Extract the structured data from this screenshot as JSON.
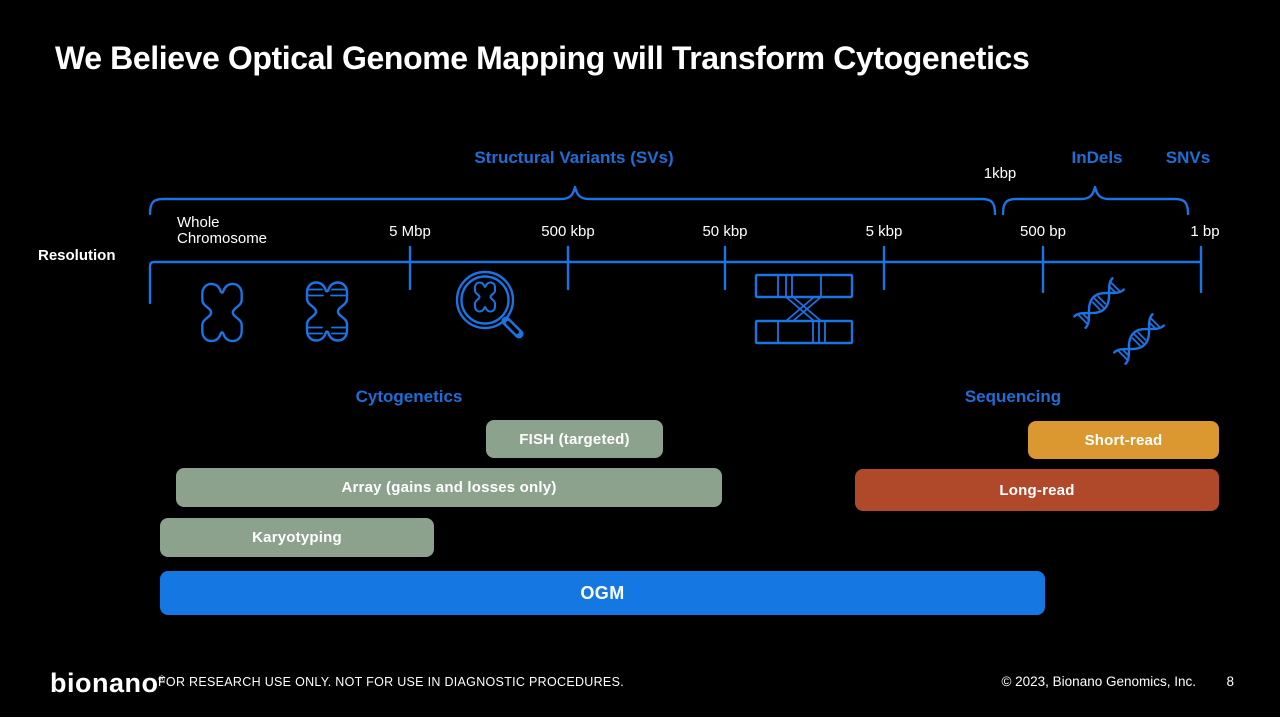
{
  "colors": {
    "background": "#000000",
    "accent_blue": "#1B74E4",
    "label_blue": "#1D6FD6",
    "white": "#FFFFFF"
  },
  "title": "We Believe Optical Genome Mapping will Transform Cytogenetics",
  "scale": {
    "resolution_label": "Resolution",
    "sv_label": "Structural Variants (SVs)",
    "one_kbp_label": "1kbp",
    "indels_label": "InDels",
    "snvs_label": "SNVs",
    "ticks": [
      "Whole\nChromosome",
      "5 Mbp",
      "500 kbp",
      "50 kbp",
      "5 kbp",
      "500 bp",
      "1 bp"
    ],
    "icons": {
      "chromosome": "chromosome-icon",
      "banded_chromosome": "banded-chromosome-icon",
      "magnifier": "magnifier-chromosome-icon",
      "translocation": "translocation-icon",
      "dna": "dna-helix-icon"
    }
  },
  "groups": {
    "cytogenetics_label": "Cytogenetics",
    "sequencing_label": "Sequencing"
  },
  "bars": {
    "fish": {
      "label": "FISH (targeted)",
      "color": "#8CA28D"
    },
    "array": {
      "label": "Array (gains and losses only)",
      "color": "#8CA28D"
    },
    "karyotyping": {
      "label": "Karyotyping",
      "color": "#8CA28D"
    },
    "short_read": {
      "label": "Short-read",
      "color": "#DB9831"
    },
    "long_read": {
      "label": "Long-read",
      "color": "#B0482A"
    },
    "ogm": {
      "label": "OGM",
      "color": "#1578E2"
    }
  },
  "footer": {
    "logo_text": "bionano",
    "logo_mark": "®",
    "disclaimer": "FOR RESEARCH USE ONLY. NOT FOR USE IN DIAGNOSTIC PROCEDURES.",
    "copyright": "© 2023, Bionano Genomics, Inc.",
    "page_number": "8"
  }
}
